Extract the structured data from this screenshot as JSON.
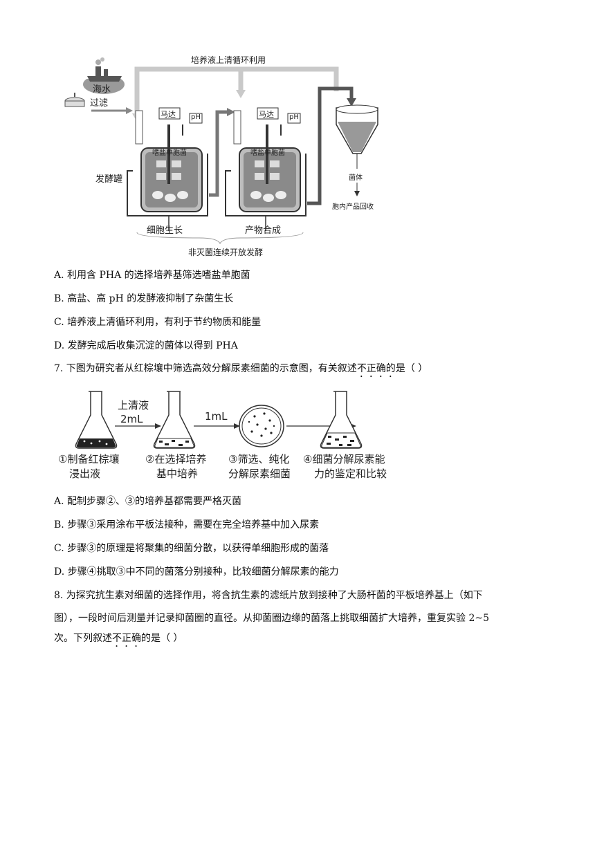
{
  "figure1": {
    "recycle_label": "培养液上清循环利用",
    "seawater_label": "海水",
    "filter_label": "过滤",
    "motor_label_1": "马达",
    "motor_label_2": "马达",
    "ph_label_1": "pH",
    "ph_label_2": "pH",
    "bacteria_label_1": "嗜盐单胞菌",
    "bacteria_label_2": "嗜盐单胞菌",
    "fermenter_label": "发酵罐",
    "growth_label": "细胞生长",
    "synthesis_label": "产物合成",
    "cells_label": "菌体",
    "recovery_label": "胞内产品回收",
    "caption": "非灭菌连续开放发酵"
  },
  "q6_options": [
    "A.  利用含 PHA 的选择培养基筛选嗜盐单胞菌",
    "B.  高盐、高 pH 的发酵液抑制了杂菌生长",
    "C.  培养液上清循环利用，有利于节约物质和能量",
    "D.  发酵完成后收集沉淀的菌体以得到 PHA"
  ],
  "q7": {
    "stem_prefix": "7.  下图为研究者从红棕壤中筛选高效分解尿素细菌的示意图，有关叙述",
    "stem_emph": "不正确的",
    "stem_suffix": "是（      ）",
    "figure": {
      "arrow1_top": "上清液",
      "arrow1_bottom": "2mL",
      "arrow2_top": "1mL",
      "step1_line1": "①制备红棕壤",
      "step1_line2": "浸出液",
      "step2_line1": "②在选择培养",
      "step2_line2": "基中培养",
      "step3_line1": "③筛选、纯化",
      "step3_line2": "分解尿素细菌",
      "step4_line1": "④细菌分解尿素能",
      "step4_line2": "力的鉴定和比较"
    },
    "options": [
      "A.  配制步骤②、③的培养基都需要严格灭菌",
      "B.  步骤③采用涂布平板法接种，需要在完全培养基中加入尿素",
      "C.  步骤③的原理是将聚集的细菌分散，以获得单细胞形成的菌落",
      "D.  步骤④挑取③中不同的菌落分别接种，比较细菌分解尿素的能力"
    ]
  },
  "q8": {
    "line1": "8.  为探究抗生素对细菌的选择作用，将含抗生素的滤纸片放到接种了大肠杆菌的平板培养基上（如下",
    "line2": "图），一段时间后测量并记录抑菌圈的直径。从抑菌圈边缘的菌落上挑取细菌扩大培养，重复实验 2~5",
    "line3_prefix": "次。下列叙述",
    "line3_emph": "不正确",
    "line3_suffix": "的是（      ）"
  }
}
